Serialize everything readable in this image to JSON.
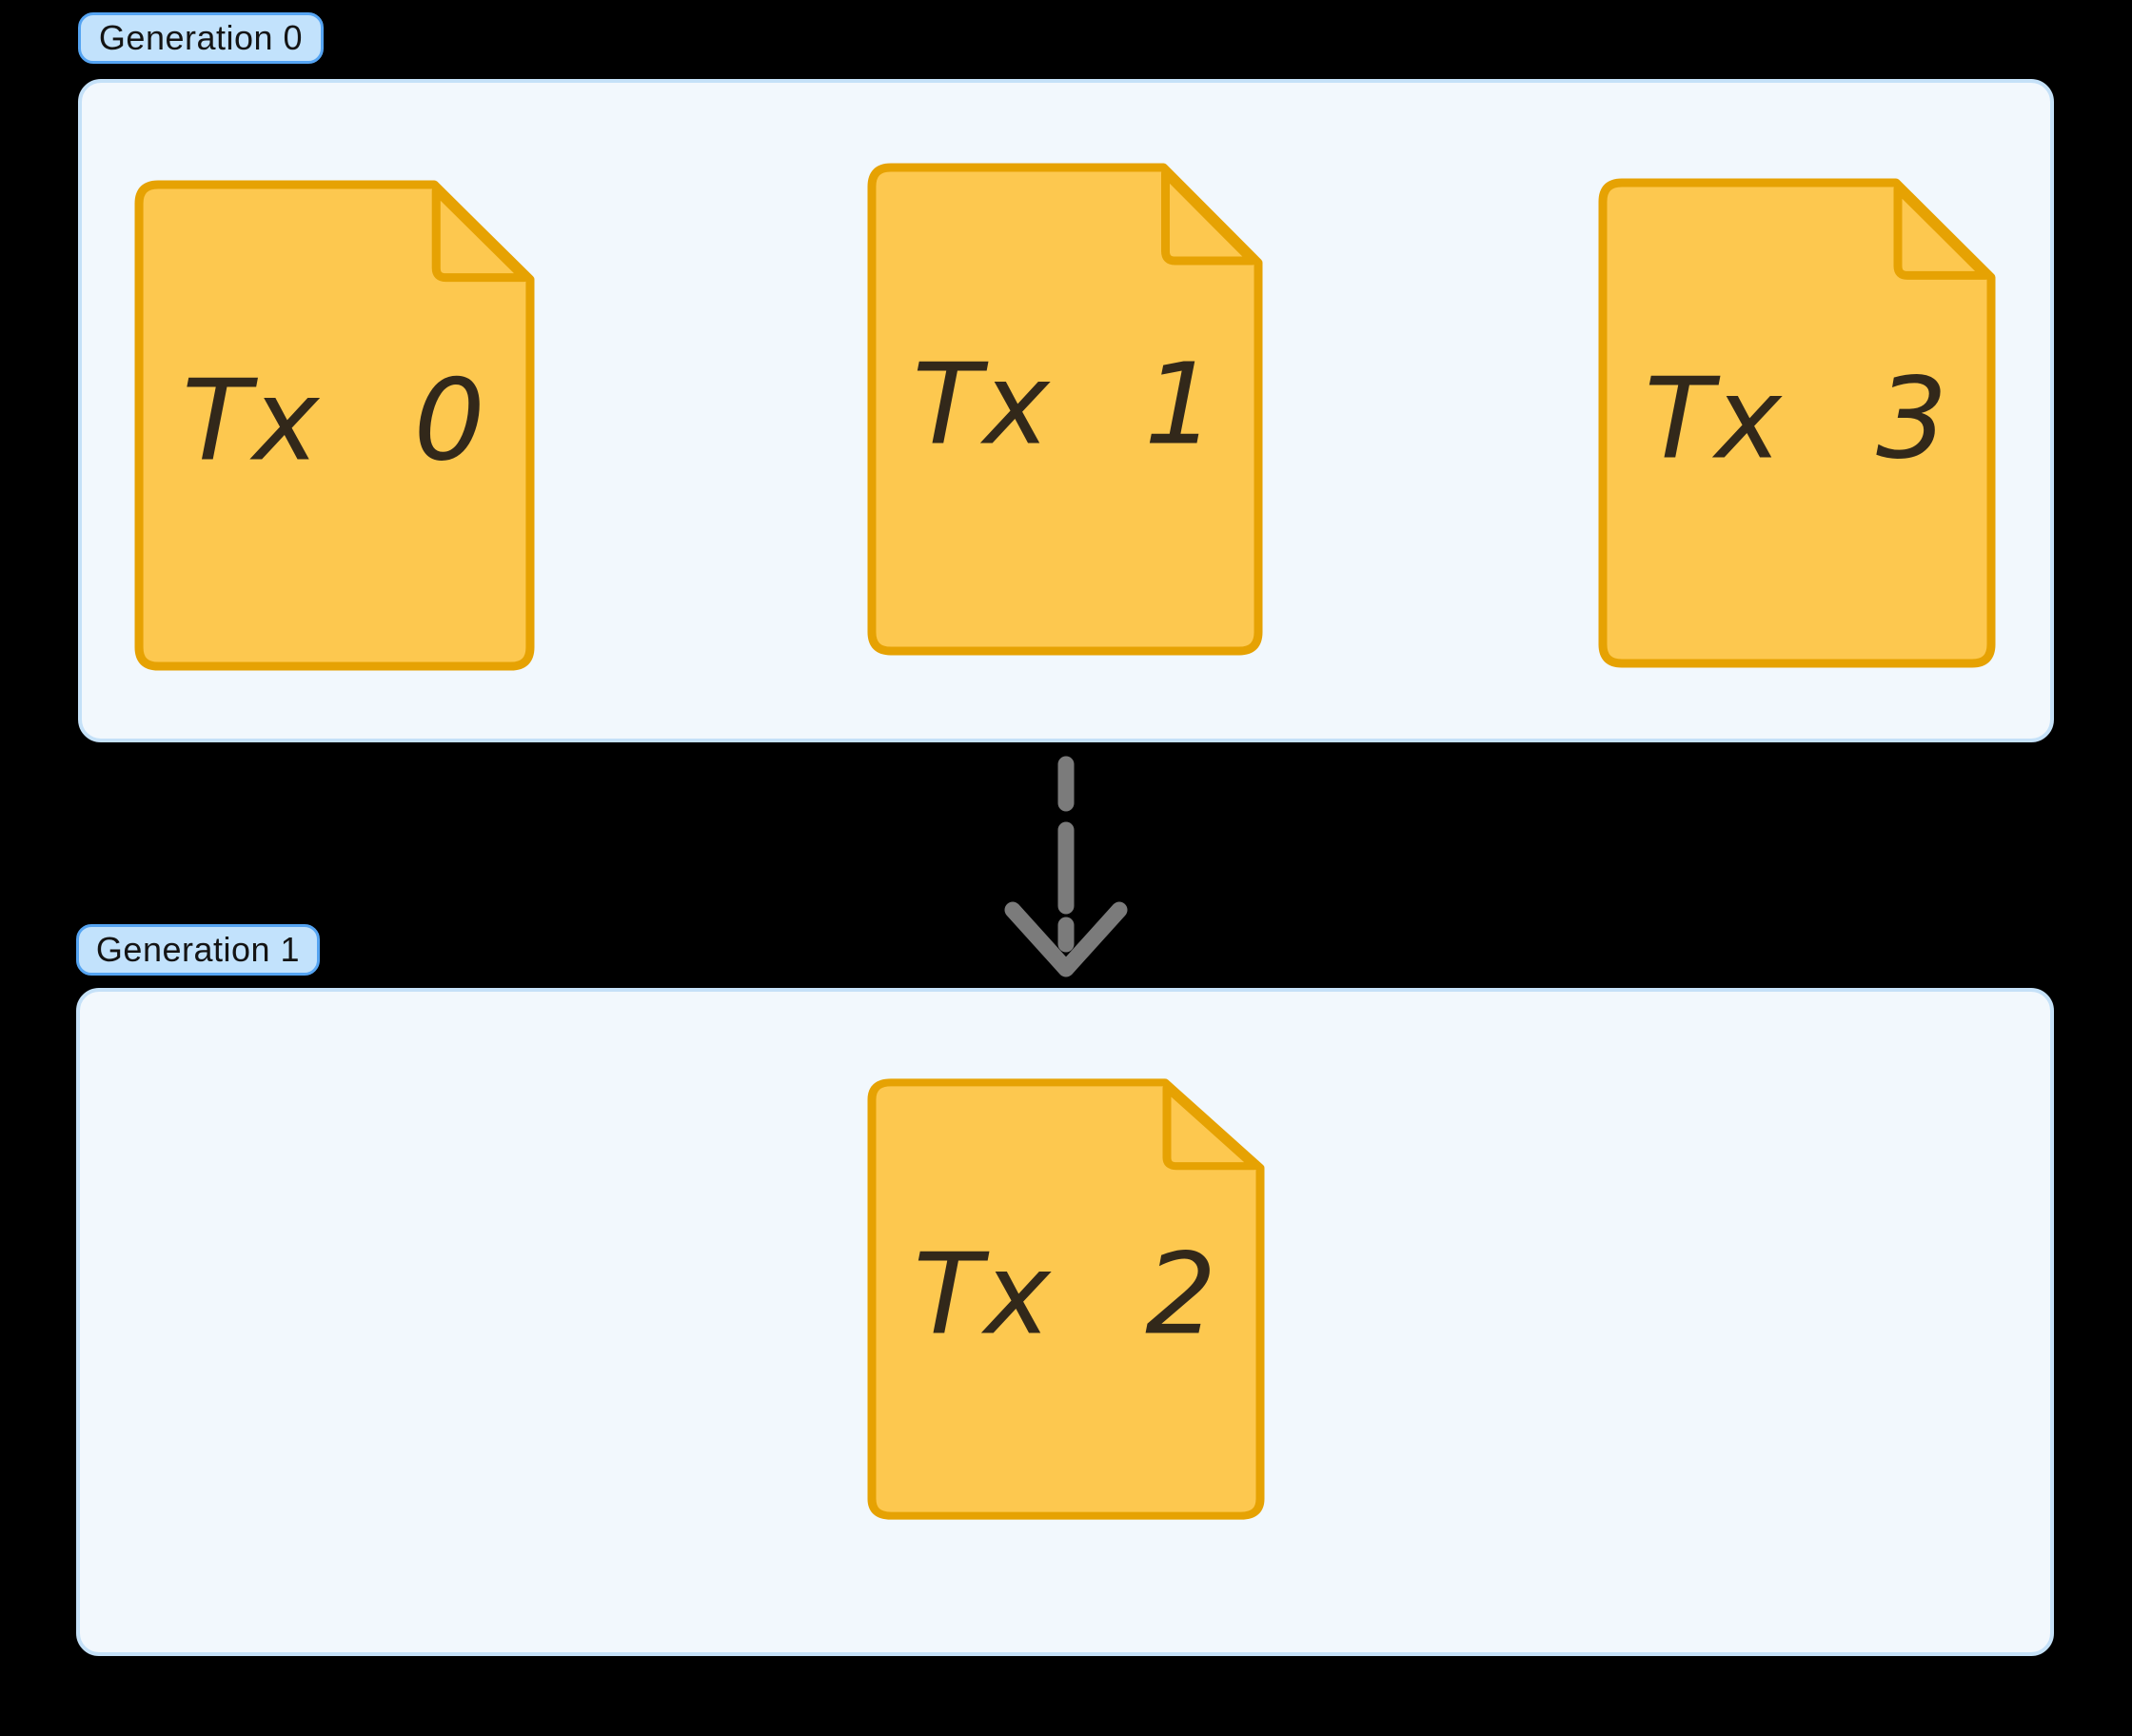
{
  "generations": [
    {
      "label": "Generation 0",
      "documents": [
        {
          "label": "Tx 0"
        },
        {
          "label": "Tx 1"
        },
        {
          "label": "Tx 3"
        }
      ]
    },
    {
      "label": "Generation 1",
      "documents": [
        {
          "label": "Tx 2"
        }
      ]
    }
  ],
  "arrow": {
    "from": "Generation 0",
    "to": "Generation 1",
    "direction": "down",
    "style": "dashed"
  },
  "colors": {
    "background": "#000000",
    "section_fill": "#F2F8FD",
    "section_border": "#C5E1F8",
    "badge_fill": "#C2E2FC",
    "badge_border": "#55A4F2",
    "badge_text": "#141414",
    "document_fill": "#FDC84F",
    "document_border": "#E6A203",
    "document_text": "#32281A",
    "arrow_gray": "#7B7B7B"
  }
}
